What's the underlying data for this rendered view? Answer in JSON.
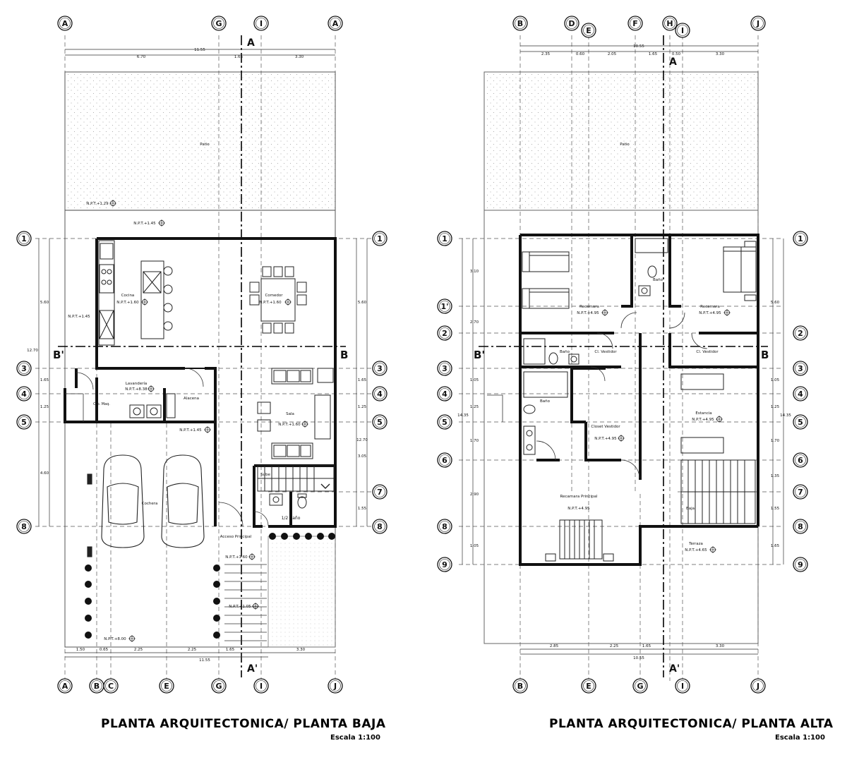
{
  "plans": [
    {
      "title": "PLANTA ARQUITECTONICA/ PLANTA BAJA",
      "scale": "Escala 1:100",
      "grid_top": [
        "A",
        "G",
        "I",
        "A"
      ],
      "grid_bottom": [
        "A",
        "B",
        "C",
        "E",
        "G",
        "I",
        "J"
      ],
      "grid_rows": [
        "1",
        "3",
        "4",
        "5",
        "8"
      ],
      "grid_rows_right": [
        "1",
        "3",
        "4",
        "5",
        "7",
        "8"
      ],
      "dims_top": [
        "11.55",
        "6.70",
        "1.65",
        "3.30"
      ],
      "dims_bottom": [
        "1.50",
        "0.65",
        "2.25",
        "2.25",
        "1.65",
        "3.30",
        "11.55"
      ],
      "dims_left": [
        "5.60",
        "1.65",
        "1.25",
        "4.60",
        "12.70"
      ],
      "dims_right": [
        "5.60",
        "1.65",
        "1.25",
        "3.05",
        "1.55",
        "12.70"
      ],
      "section_marks": [
        "A",
        "A'",
        "B",
        "B'"
      ],
      "rooms": [
        {
          "name": "Patio"
        },
        {
          "name": "Cocina",
          "level": "N.P.T.+1.60"
        },
        {
          "name": "Comedor",
          "level": "N.P.T.+1.60"
        },
        {
          "name": "Lavandería",
          "level": "N.P.T.+8.38"
        },
        {
          "name": "Cto. Maq."
        },
        {
          "name": "Alacena"
        },
        {
          "name": "Sala",
          "level": "N.P.T.+1.60"
        },
        {
          "name": "Cochera"
        },
        {
          "name": "Sube"
        },
        {
          "name": "1/2 Baño"
        },
        {
          "name": "Acceso Principal"
        }
      ],
      "levels": [
        "N.P.T.+1.29",
        "N.P.T.+1.45",
        "N.P.T.+1.45",
        "N.P.T.+1.45",
        "N.P.T.+1.60",
        "N.P.T.+1.05",
        "N.P.T.+8.00"
      ]
    },
    {
      "title": "PLANTA ARQUITECTONICA/ PLANTA ALTA",
      "scale": "Escala 1:100",
      "grid_top": [
        "B",
        "D",
        "E",
        "F",
        "H",
        "I",
        "J"
      ],
      "grid_bottom": [
        "B",
        "E",
        "G",
        "I",
        "J"
      ],
      "grid_rows": [
        "1",
        "1'",
        "2",
        "3",
        "4",
        "5",
        "6",
        "8",
        "9"
      ],
      "grid_rows_right": [
        "1",
        "2",
        "3",
        "4",
        "5",
        "6",
        "7",
        "8",
        "9"
      ],
      "dims_top": [
        "10.55",
        "2.35",
        "0.60",
        "2.05",
        "1.65",
        "0.50",
        "3.30"
      ],
      "dims_bottom": [
        "2.85",
        "2.25",
        "1.65",
        "3.30",
        "10.55"
      ],
      "dims_left": [
        "3.10",
        "2.70",
        "1.05",
        "1.25",
        "1.70",
        "2.90",
        "1.05",
        "14.35"
      ],
      "dims_right": [
        "5.60",
        "1.05",
        "1.25",
        "1.70",
        "1.35",
        "1.55",
        "1.65",
        "14.35"
      ],
      "section_marks": [
        "A",
        "A'",
        "B",
        "B'"
      ],
      "rooms": [
        {
          "name": "Patio"
        },
        {
          "name": "Recamara",
          "level": "N.P.T.+4.95"
        },
        {
          "name": "Baño"
        },
        {
          "name": "Recamara",
          "level": "N.P.T.+4.95"
        },
        {
          "name": "Baño"
        },
        {
          "name": "Cl. Vestidor"
        },
        {
          "name": "Cl. Vestidor"
        },
        {
          "name": "Baño"
        },
        {
          "name": "Closet Vestidor",
          "level": "N.P.T.+4.95"
        },
        {
          "name": "Estancia",
          "level": "N.P.T.+4.95"
        },
        {
          "name": "Recamara Principal",
          "level": "N.P.T.+4.95"
        },
        {
          "name": "Baja"
        },
        {
          "name": "Terraza",
          "level": "N.P.T.+4.65"
        }
      ]
    }
  ]
}
